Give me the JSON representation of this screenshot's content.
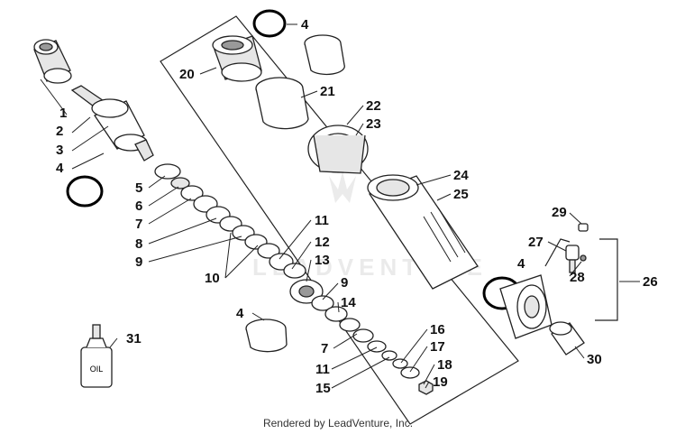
{
  "watermark": {
    "text": "LEADVENTURE"
  },
  "footer": {
    "text": "Rendered by LeadVenture, Inc."
  },
  "bottle": {
    "label": "OIL"
  },
  "callouts": [
    "1",
    "2",
    "3",
    "4",
    "4",
    "4",
    "4",
    "5",
    "6",
    "7",
    "7",
    "8",
    "9",
    "9",
    "10",
    "11",
    "11",
    "12",
    "13",
    "14",
    "15",
    "16",
    "17",
    "18",
    "19",
    "20",
    "21",
    "22",
    "23",
    "24",
    "25",
    "26",
    "27",
    "28",
    "29",
    "30",
    "31"
  ]
}
